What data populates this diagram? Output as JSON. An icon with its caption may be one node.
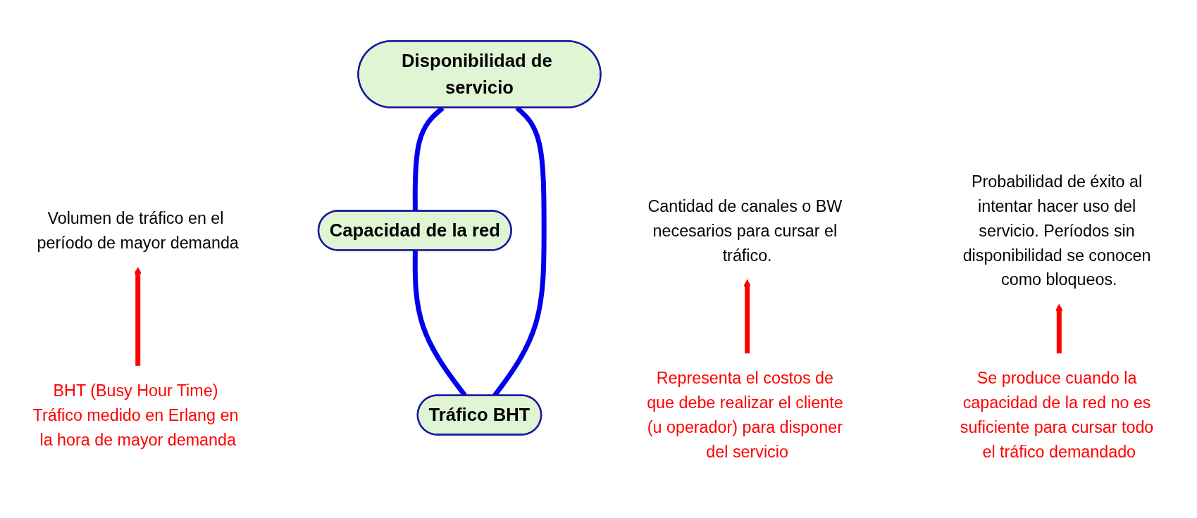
{
  "diagram": {
    "nodes": [
      {
        "text": [
          "Tráfico BHT"
        ]
      },
      {
        "text": [
          "Capacidad de la red"
        ]
      },
      {
        "text": [
          "Disponibilidad de servicio"
        ]
      },
      {
        "text": [
          "Volumen de tráfico en el período de mayor demanda"
        ]
      },
      {
        "text": [
          "BHT (Busy Hour Time) Tráfico medido en Erlang en la hora de mayor demanda"
        ]
      },
      {
        "text": [
          "Cantidad de canales o BW necesarios para cursar el tráfico."
        ]
      },
      {
        "text": [
          "Representa el costos de que debe realizar el cliente (u operador) para disponer del servicio"
        ]
      },
      {
        "text": [
          "Probabilidad de éxito al intentar hacer uso del servicio. Períodos sin disponibilidad se conocen como bloqueos."
        ]
      },
      {
        "text": [
          "Se produce cuando la capacidad de la red no es suficiente para cursar todo el tráfico demandado"
        ]
      }
    ],
    "edges": [
      {
        "from": 0,
        "to": 1,
        "arrow": "none",
        "color": "#0000ee"
      },
      {
        "from": 0,
        "to": 2,
        "arrow": "none",
        "color": "#0000ee"
      },
      {
        "from": 1,
        "to": 2,
        "arrow": "none",
        "color": "#0000ee"
      },
      {
        "from": 4,
        "to": 3,
        "arrow": "to",
        "color": "#ff0000"
      },
      {
        "from": 6,
        "to": 5,
        "arrow": "to",
        "color": "#ff0000"
      },
      {
        "from": 8,
        "to": 7,
        "arrow": "to",
        "color": "#ff0000"
      }
    ]
  }
}
